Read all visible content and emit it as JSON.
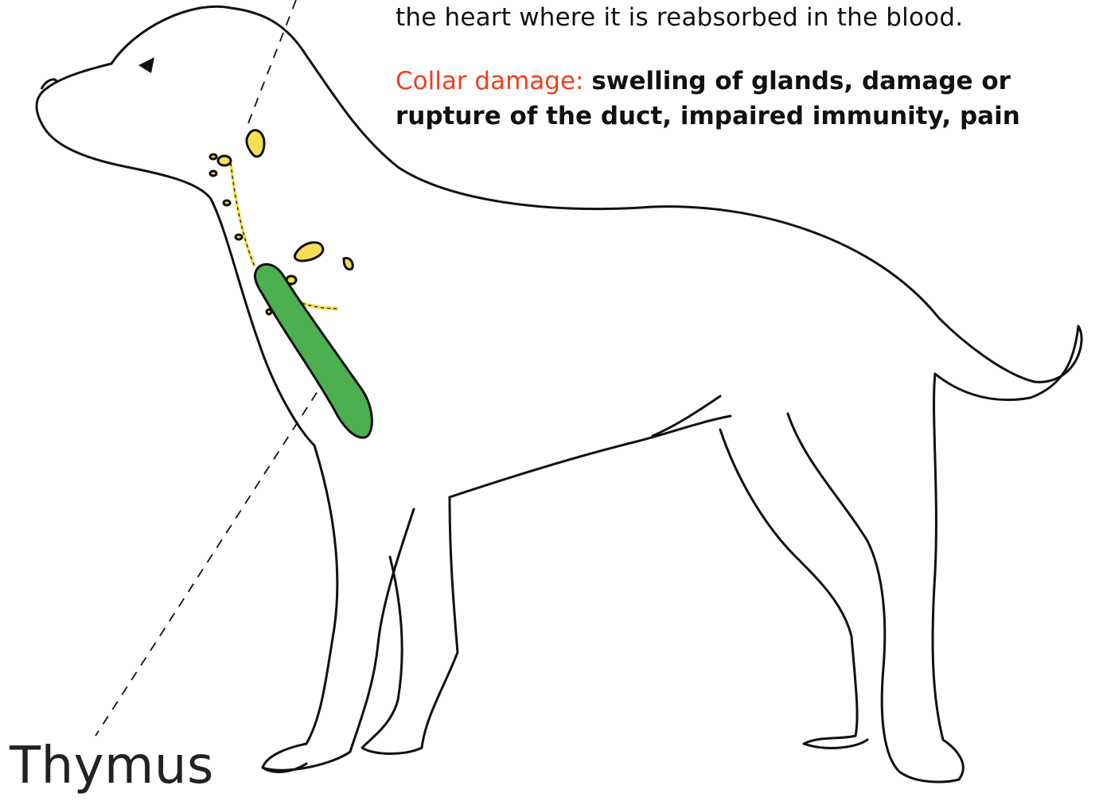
{
  "description_text": {
    "line": "the heart where it is reabsorbed in the blood."
  },
  "collar_damage": {
    "label": "Collar damage:",
    "line1": "swelling of glands, damage or",
    "line2": "rupture of the duct, impaired immunity, pain"
  },
  "callout": {
    "label": "Thymus"
  },
  "colors": {
    "thymus": "#4caf50",
    "lymph": "#f7de55",
    "outline": "#111111",
    "damage_label": "#f0401e"
  }
}
